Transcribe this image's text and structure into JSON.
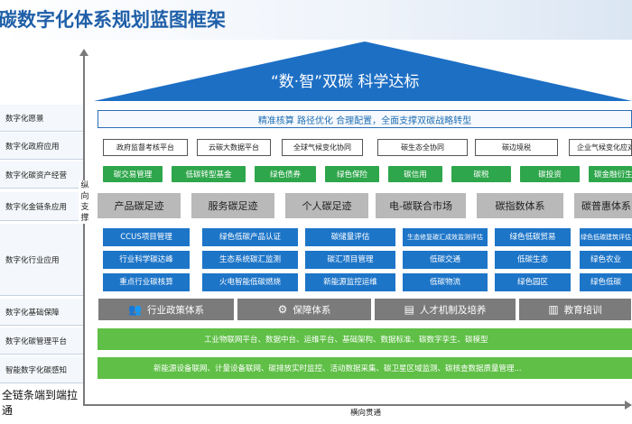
{
  "title": "碳数字化体系规划蓝图框架",
  "left_labels": [
    "数字化愿景",
    "数字化政府应用",
    "数字化碳资产经营",
    "数字化金链条应用",
    "数字化行业应用",
    "数字化基础保障",
    "数字化碳管理平台",
    "智能数字化碳感知"
  ],
  "bottom_left": "全链条端到端拉通",
  "vertical_axis": "纵向支撑",
  "horizontal_axis": "横向贯通",
  "roof": "“数·智”双碳   科学达标",
  "banner": "精准核算 路径优化 合理配置，全面支撑双碳战略转型",
  "gov_apps": [
    "政府监督考核平台",
    "云碳大数据平台",
    "全球气候变化协同",
    "碳生态全协同",
    "碳边境税",
    "企业气候变化应对"
  ],
  "asset_ops": [
    "碳交易管理",
    "低碳转型基金",
    "绿色债券",
    "绿色保险",
    "碳信用",
    "碳税",
    "碳投资",
    "碳金融衍生品"
  ],
  "chain_apps": [
    "产品碳足迹",
    "服务碳足迹",
    "个人碳足迹",
    "电-碳联合市场",
    "碳指数体系",
    "碳普惠体系"
  ],
  "industry_apps": [
    [
      "CCUS项目管理",
      "绿色低碳产品认证",
      "碳储量评估",
      "生态修复碳汇成效监测评估",
      "绿色低碳贸易",
      "绿色低碳建筑评估"
    ],
    [
      "行业科学碳达峰",
      "生态系统碳汇监测",
      "碳汇项目管理",
      "低碳交通",
      "低碳生态",
      "绿色农业"
    ],
    [
      "重点行业碳核算",
      "火电智能低碳燃烧",
      "新能源监控运维",
      "低碳物流",
      "绿色园区",
      "绿色低碳"
    ]
  ],
  "foundation": [
    {
      "label": "行业政策体系",
      "icon": "people-icon"
    },
    {
      "label": "保障体系",
      "icon": "gear-icon"
    },
    {
      "label": "人才机制及培养",
      "icon": "chart-icon"
    },
    {
      "label": "教育培训",
      "icon": "book-icon"
    }
  ],
  "platform_bar": "工业物联网平台、数据中台、运维平台、基础架构、数据标准、碳数字孪生、碳模型",
  "sensing_bar": "新能源设备联网、计量设备联网、碳排放实时监控、活动数据采集、碳卫星区域监测、碳核查数据质量管理..."
}
